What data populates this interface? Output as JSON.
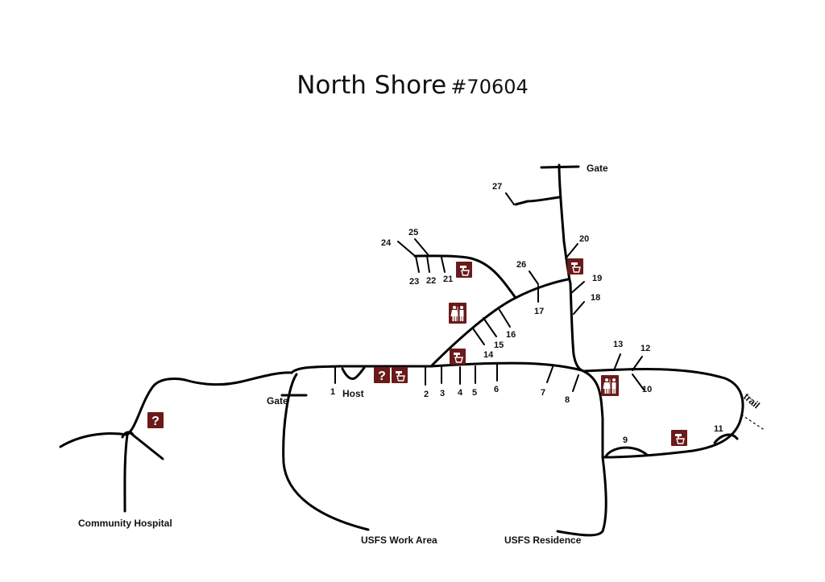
{
  "title": {
    "name": "North Shore",
    "number": "#70604"
  },
  "colors": {
    "icon_background": "#6b1a1a",
    "road": "#000000"
  },
  "places": {
    "gate_north": "Gate",
    "gate_west": "Gate",
    "host": "Host",
    "community_hospital": "Community Hospital",
    "usfs_work_area": "USFS Work Area",
    "usfs_residence": "USFS Residence",
    "trail": "trail"
  },
  "sites": [
    "1",
    "2",
    "3",
    "4",
    "5",
    "6",
    "7",
    "8",
    "9",
    "10",
    "11",
    "12",
    "13",
    "14",
    "15",
    "16",
    "17",
    "18",
    "19",
    "20",
    "21",
    "22",
    "23",
    "24",
    "25",
    "26",
    "27"
  ],
  "icons": {
    "info": "info-question-icon",
    "water": "water-faucet-icon",
    "restroom": "restroom-icon"
  }
}
